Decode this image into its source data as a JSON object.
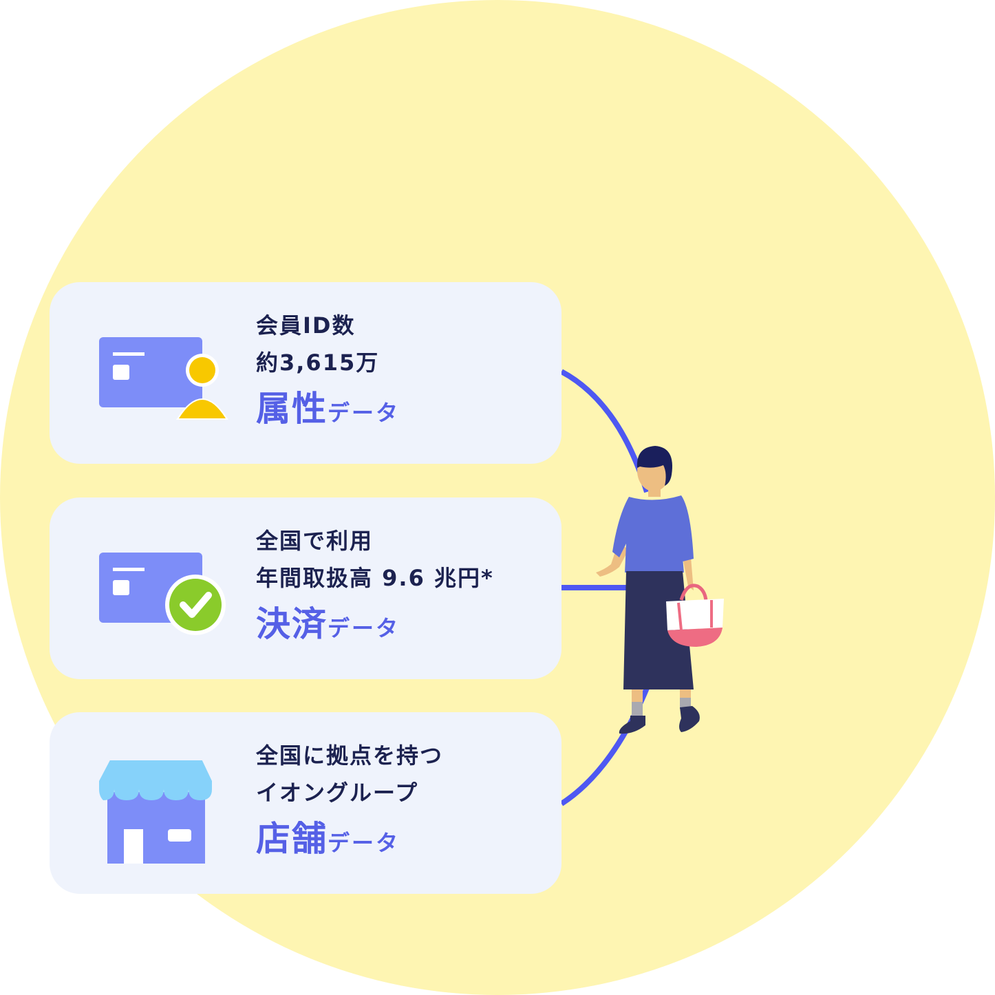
{
  "cards": [
    {
      "line1": "会員ID数",
      "line2": "約3,615万",
      "title": "属性",
      "suffix": "データ",
      "icon": "member-card-icon"
    },
    {
      "line1": "全国で利用",
      "line2": "年間取扱高 9.6 兆円*",
      "title": "決済",
      "suffix": "データ",
      "icon": "payment-card-icon"
    },
    {
      "line1": "全国に拠点を持つ",
      "line2": "イオングループ",
      "title": "店舗",
      "suffix": "データ",
      "icon": "store-icon"
    }
  ],
  "colors": {
    "background_circle": "#FEF5B2",
    "card": "#EFF3FC",
    "accent": "#5560E6",
    "text": "#1C2250",
    "icon_blue": "#7D8DF8",
    "user_yellow": "#F8C800",
    "check_green": "#8ACB2B",
    "store_awning": "#86D2FA"
  }
}
